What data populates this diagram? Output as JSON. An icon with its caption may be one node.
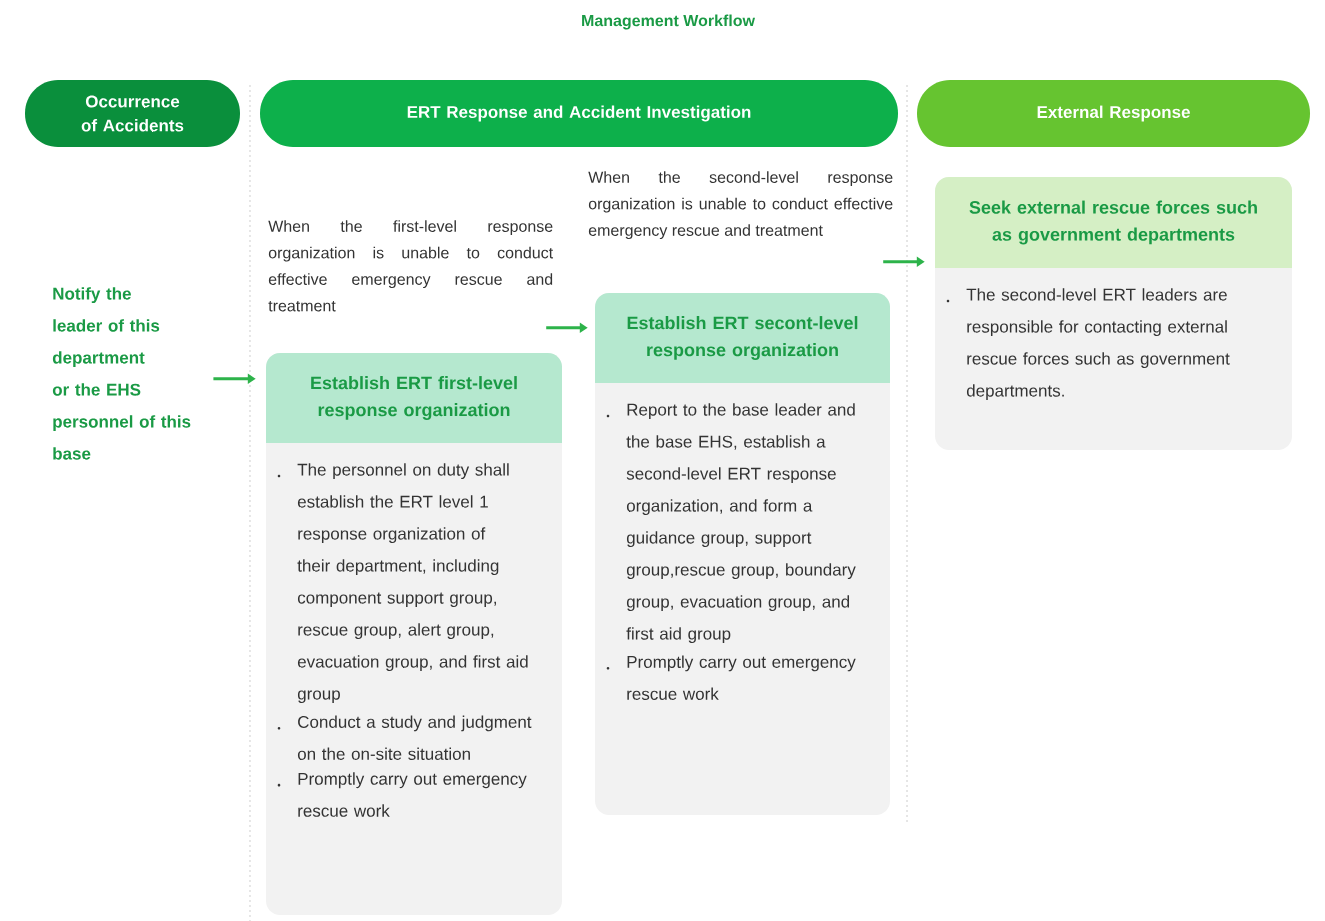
{
  "diagram": {
    "title": "Management Workflow",
    "nodes": [
      {
        "text": [
          "Occurrence of Accidents"
        ]
      },
      {
        "text": [
          "ERT Response and Accident Investigation"
        ]
      },
      {
        "text": [
          "External Response"
        ]
      },
      {
        "text": [
          "Notify the leader of this department or the EHS personnel of this base"
        ]
      },
      {
        "text": [
          "Establish ERT first-level response organization",
          "The personnel on duty shall establish the ERT level 1 response organization of their department, including component support group, rescue group, alert group, evacuation group, and first aid group",
          "Conduct a study and judgment on the on-site situation",
          "Promptly carry out emergency rescue work"
        ]
      },
      {
        "text": [
          "Establish ERT secont-level response organization",
          "Report to the base leader and the base EHS, establish a second-level ERT response organization, and form a guidance group, support group,rescue group, boundary group, evacuation group, and first aid group",
          "Promptly carry out emergency rescue work"
        ]
      },
      {
        "text": [
          "Seek external rescue forces such as government departments",
          "The second-level ERT leaders are responsible for contacting external rescue forces such as government departments."
        ]
      }
    ],
    "edges": [
      {
        "from": 3,
        "to": 4,
        "arrow": "to"
      },
      {
        "from": 4,
        "to": 5,
        "arrow": "to",
        "label": "When the first-level response organization is unable to conduct effective emergency rescue and treatment"
      },
      {
        "from": 5,
        "to": 6,
        "arrow": "to",
        "label": "When the second-level response organization is unable to conduct effective emergency rescue and treatment"
      }
    ]
  }
}
